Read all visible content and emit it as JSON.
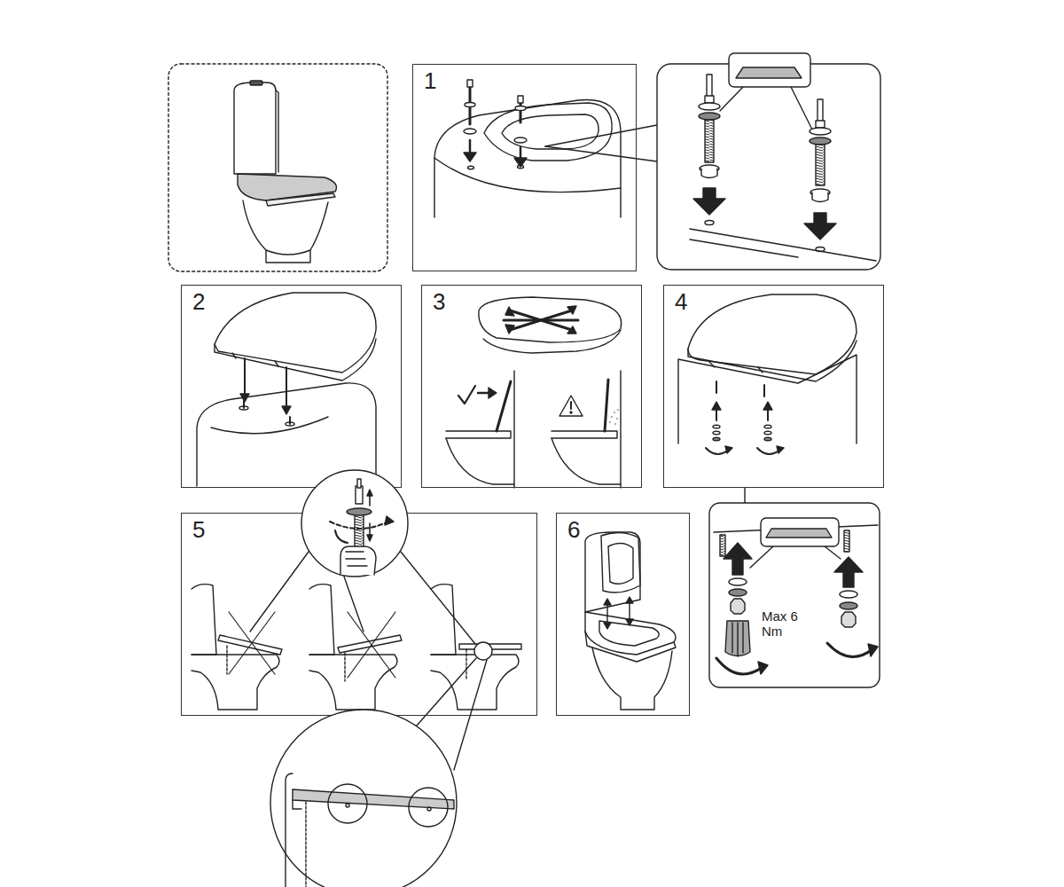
{
  "diagram": {
    "nodes": [
      {
        "text": [
          "1"
        ]
      },
      {
        "text": [
          "2"
        ]
      },
      {
        "text": [
          "3"
        ]
      },
      {
        "text": [
          "4"
        ]
      },
      {
        "text": [
          "Max 6 Nm"
        ]
      },
      {
        "text": [
          "5"
        ]
      },
      {
        "text": [
          "6"
        ]
      }
    ],
    "edges": [
      {
        "from": 3,
        "to": 4,
        "arrow": "none"
      }
    ]
  }
}
